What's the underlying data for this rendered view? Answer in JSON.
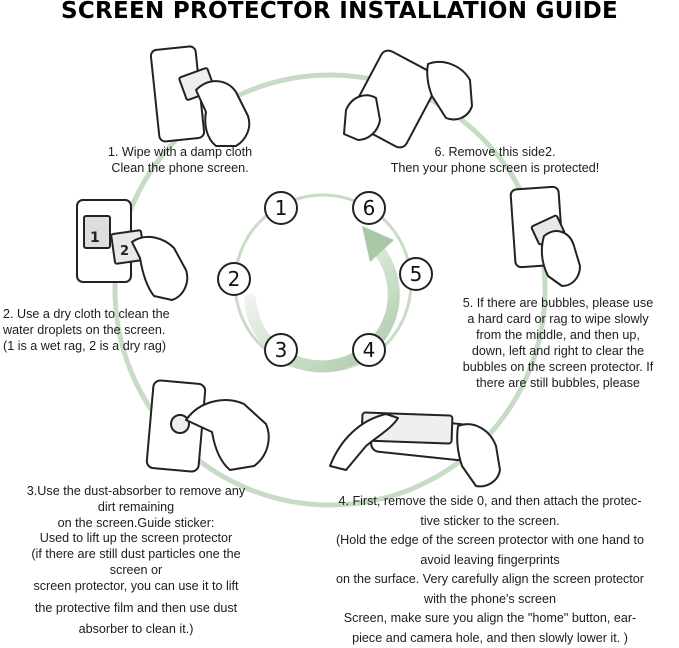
{
  "title": "SCREEN PROTECTOR INSTALLATION GUIDE",
  "step_numbers": [
    "1",
    "2",
    "3",
    "4",
    "5",
    "6"
  ],
  "stickers": {
    "one": "1",
    "two": "2"
  },
  "steps": {
    "step1": [
      "1. Wipe with a damp cloth",
      "Clean the phone screen."
    ],
    "step2": [
      "2. Use a dry cloth to clean the",
      "water droplets on the screen.",
      "(1 is a wet rag, 2 is a dry rag)"
    ],
    "step3": [
      "3.Use the dust-absorber to remove any",
      "dirt remaining",
      "on the screen.Guide sticker:",
      "Used to lift up the screen protector",
      "(if there are still dust particles one the",
      "screen or",
      "screen protector, you can use it to lift",
      "the protective film and then use dust",
      "absorber to clean it.)"
    ],
    "step4": [
      "4. First, remove the side 0, and then attach the protec-",
      "tive sticker to the screen.",
      "(Hold the edge of the screen protector with one hand to",
      "avoid leaving fingerprints",
      "on the surface. Very carefully align the screen protector",
      "with the phone's screen",
      "Screen, make sure you align the \"home\" button, ear-",
      "piece and camera hole, and then slowly lower it. )"
    ],
    "step5": [
      "5. If there are bubbles, please use",
      "a hard card or rag to wipe slowly",
      "from the middle, and then up,",
      "down, left and right to clear the",
      "bubbles on the screen protector. If",
      "there are still bubbles, please"
    ],
    "step6": [
      "6. Remove this side2.",
      "Then your phone screen is protected!"
    ]
  },
  "colors": {
    "ring": "#c7dcc4",
    "ring_dark": "#a9c8a6",
    "ink": "#1c1c1c"
  }
}
